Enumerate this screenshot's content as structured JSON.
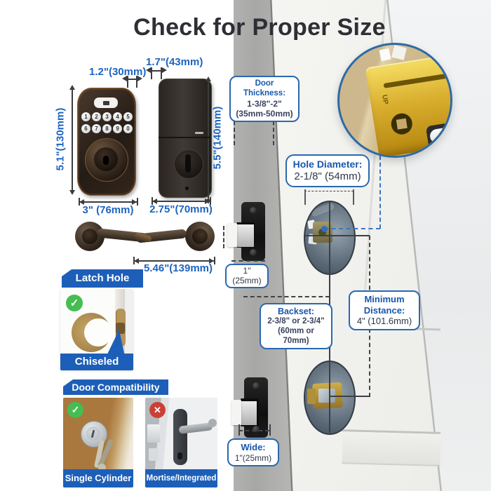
{
  "title": "Check for Proper Size",
  "dims": {
    "front_width_top": "1.2\"(30mm)",
    "side_depth_top": "1.7\"(43mm)",
    "front_height": "5.1\"(130mm)",
    "side_height": "5.5\"(140mm)",
    "front_width": "3\" (76mm)",
    "side_width": "2.75\"(70mm)",
    "lever_length": "5.46\"(139mm)"
  },
  "keypad": {
    "row1": [
      "1",
      "2",
      "3",
      "4",
      "5"
    ],
    "row2": [
      "6",
      "7",
      "8",
      "9",
      "0"
    ]
  },
  "sections": {
    "latch_hole": {
      "header": "Latch Hole",
      "caption": "Chiseled"
    },
    "compat": {
      "header": "Door Compatibility",
      "ok": "Single Cylinder",
      "bad": "Mortise/Integrated"
    }
  },
  "callouts": {
    "door_thickness": {
      "title": "Door Thickness:",
      "range": "1-3/8\"-2\"",
      "metric": "(35mm-50mm)"
    },
    "hole_diameter": {
      "title": "Hole Diameter:",
      "value": "2-1/8\" (54mm)"
    },
    "latch_length": {
      "value": "1\"(25mm)"
    },
    "backset": {
      "title": "Backset:",
      "value": "2-3/8\" or 2-3/4\"",
      "metric": "(60mm or 70mm)"
    },
    "min_distance": {
      "line1": "Minimum",
      "line2": "Distance:",
      "value": "4\" (101.6mm)"
    },
    "wide": {
      "title": "Wide:",
      "value": "1\"(25mm)"
    }
  },
  "magnifier": {
    "stamp": "UP"
  },
  "icons": {
    "check": "✓",
    "cross": "✕"
  },
  "colors": {
    "banner_blue": "#1d5fb8",
    "dim_blue": "#1d64c0",
    "callout_border": "#2a68b0",
    "value_navy": "#39415c",
    "check_green": "#45bd52",
    "cross_red": "#cb4036",
    "latch_gold": "#d9ae2e",
    "lock_bronze": "#2a211c"
  }
}
